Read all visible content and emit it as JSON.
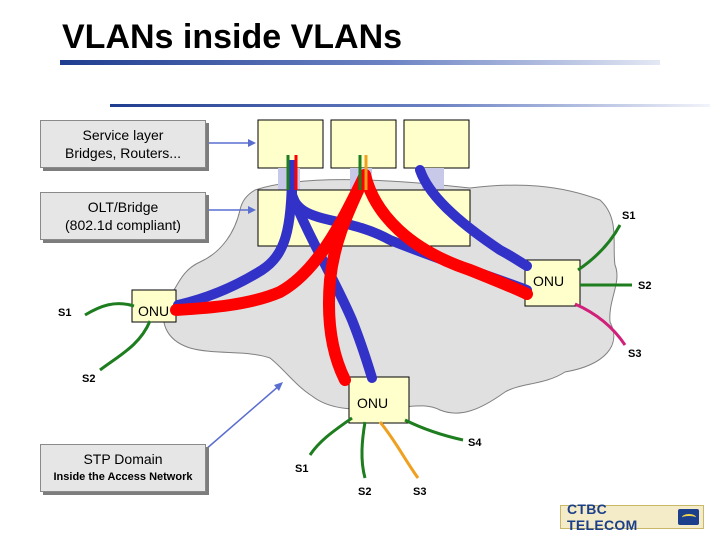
{
  "title": "VLANs inside VLANs",
  "callouts": {
    "service_line1": "Service layer",
    "service_line2": "Bridges, Routers...",
    "olt_line1": "OLT/Bridge",
    "olt_line2": "(802.1d compliant)",
    "stp_line1": "STP Domain",
    "stp_line2": "Inside the Access Network"
  },
  "onu_label": "ONU",
  "onus": [
    {
      "label": "ONU",
      "subscribers": [
        "S1"
      ]
    },
    {
      "label": "ONU",
      "subscribers": [
        "S1",
        "S2",
        "S3"
      ]
    },
    {
      "label": "ONU",
      "subscribers": [
        "S1",
        "S2",
        "S3",
        "S4"
      ]
    }
  ],
  "labels": {
    "left_onu_s1": "S1",
    "left_onu_s2": "S2",
    "right_onu_s1": "S1",
    "right_onu_s2": "S2",
    "right_onu_s3": "S3",
    "bottom_onu_s1": "S1",
    "bottom_onu_s2": "S2",
    "bottom_onu_s3": "S3",
    "bottom_onu_s4": "S4"
  },
  "logo": {
    "text": "CTBC TELECOM",
    "icon": "ctbc-logo-icon"
  },
  "colors": {
    "vlan_blue": "#3232c8",
    "vlan_red": "#ff0000",
    "subscriber_green": "#1e7d1e",
    "subscriber_orange": "#f0a020",
    "subscriber_magenta": "#d0207a",
    "box_fill": "#ffffcc",
    "cloud_fill": "#e0e0e0",
    "arrow_blue": "#5a6ed0"
  }
}
